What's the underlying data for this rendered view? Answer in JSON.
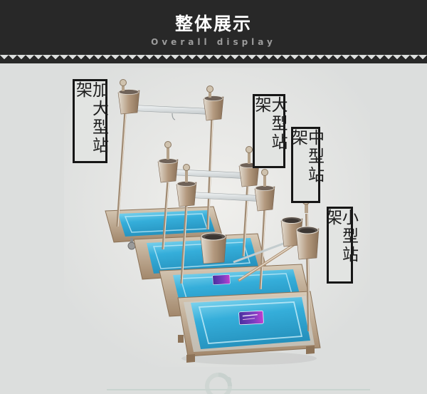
{
  "header": {
    "title": "整体展示",
    "subtitle": "Overall display",
    "bg_color": "#282828",
    "title_color": "#ffffff",
    "subtitle_color": "#9c9c9c"
  },
  "page": {
    "bg_color": "#dcdedd"
  },
  "labels": [
    {
      "text": "加大型站架"
    },
    {
      "text": "大型站架"
    },
    {
      "text": "中型站架"
    },
    {
      "text": "小型站架"
    }
  ],
  "photo": {
    "description": "Four stainless-steel parrot stands with blue square base trays, arranged from extra-large at back left to small at front right",
    "tray_color": "#35aeda",
    "steel_color": "#b69a7e",
    "bar_color": "#e6ebec",
    "sticker_color": "#5b3fa8",
    "watermark_icon": "swirl-watermark"
  }
}
